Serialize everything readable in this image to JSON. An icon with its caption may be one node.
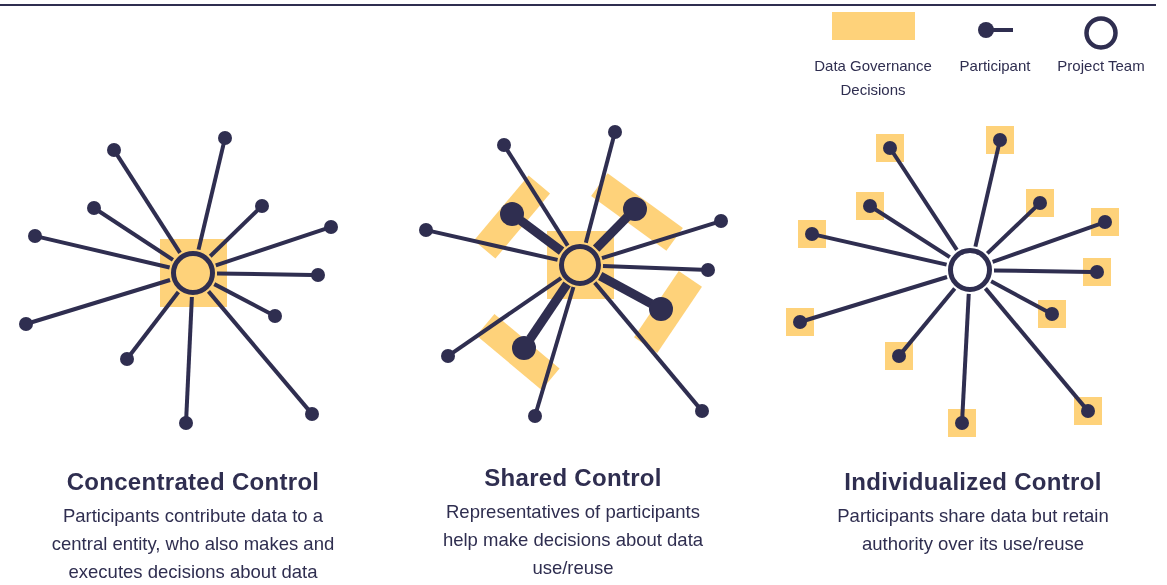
{
  "diagram": {
    "nodes": [
      {
        "text": [],
        "shape": "circle"
      },
      {
        "text": [],
        "shape": "circle"
      },
      {
        "text": [],
        "shape": "circle"
      },
      {
        "text": [],
        "shape": "circle"
      },
      {
        "text": [],
        "shape": "circle"
      },
      {
        "text": [],
        "shape": "circle"
      },
      {
        "text": [],
        "shape": "circle"
      },
      {
        "text": [],
        "shape": "circle"
      },
      {
        "text": [],
        "shape": "circle"
      },
      {
        "text": [],
        "shape": "circle"
      },
      {
        "text": [],
        "shape": "circle"
      },
      {
        "text": [],
        "shape": "circle"
      },
      {
        "text": [],
        "shape": "circle"
      },
      {
        "text": [],
        "shape": "circle"
      },
      {
        "text": [],
        "shape": "circle"
      },
      {
        "text": [],
        "shape": "circle"
      },
      {
        "text": [],
        "shape": "circle"
      },
      {
        "text": [],
        "shape": "circle"
      },
      {
        "text": [],
        "shape": "circle"
      },
      {
        "text": [],
        "shape": "circle"
      },
      {
        "text": [],
        "shape": "circle"
      },
      {
        "text": [],
        "shape": "circle"
      },
      {
        "text": [],
        "shape": "circle"
      },
      {
        "text": [],
        "shape": "circle"
      },
      {
        "text": [],
        "shape": "circle"
      },
      {
        "text": [],
        "shape": "circle"
      },
      {
        "text": [],
        "shape": "circle"
      },
      {
        "text": [],
        "shape": "circle"
      },
      {
        "text": [],
        "shape": "circle"
      },
      {
        "text": [],
        "shape": "circle"
      },
      {
        "text": [],
        "shape": "circle"
      },
      {
        "text": [],
        "shape": "circle"
      },
      {
        "text": [],
        "shape": "circle"
      },
      {
        "text": [],
        "shape": "circle"
      },
      {
        "text": [],
        "shape": "circle"
      },
      {
        "text": [],
        "shape": "circle"
      },
      {
        "text": [],
        "shape": "circle"
      },
      {
        "text": [],
        "shape": "circle"
      },
      {
        "text": [],
        "shape": "circle"
      }
    ],
    "edges": [
      {
        "from": 0,
        "to": 1,
        "arrow": "none"
      },
      {
        "from": 0,
        "to": 2,
        "arrow": "none"
      },
      {
        "from": 0,
        "to": 3,
        "arrow": "none"
      },
      {
        "from": 0,
        "to": 4,
        "arrow": "none"
      },
      {
        "from": 0,
        "to": 5,
        "arrow": "none"
      },
      {
        "from": 0,
        "to": 6,
        "arrow": "none"
      },
      {
        "from": 0,
        "to": 7,
        "arrow": "none"
      },
      {
        "from": 0,
        "to": 8,
        "arrow": "none"
      },
      {
        "from": 0,
        "to": 9,
        "arrow": "none"
      },
      {
        "from": 0,
        "to": 10,
        "arrow": "none"
      },
      {
        "from": 0,
        "to": 11,
        "arrow": "none"
      },
      {
        "from": 0,
        "to": 12,
        "arrow": "none"
      },
      {
        "from": 13,
        "to": 14,
        "arrow": "none"
      },
      {
        "from": 13,
        "to": 15,
        "arrow": "none"
      },
      {
        "from": 13,
        "to": 16,
        "arrow": "none",
        "style": "thick"
      },
      {
        "from": 13,
        "to": 17,
        "arrow": "none",
        "style": "thick"
      },
      {
        "from": 13,
        "to": 18,
        "arrow": "none"
      },
      {
        "from": 13,
        "to": 19,
        "arrow": "none"
      },
      {
        "from": 13,
        "to": 20,
        "arrow": "none"
      },
      {
        "from": 13,
        "to": 21,
        "arrow": "none",
        "style": "thick"
      },
      {
        "from": 13,
        "to": 22,
        "arrow": "none",
        "style": "thick"
      },
      {
        "from": 13,
        "to": 23,
        "arrow": "none"
      },
      {
        "from": 13,
        "to": 24,
        "arrow": "none"
      },
      {
        "from": 13,
        "to": 25,
        "arrow": "none"
      },
      {
        "from": 26,
        "to": 27,
        "arrow": "none"
      },
      {
        "from": 26,
        "to": 28,
        "arrow": "none"
      },
      {
        "from": 26,
        "to": 29,
        "arrow": "none"
      },
      {
        "from": 26,
        "to": 30,
        "arrow": "none"
      },
      {
        "from": 26,
        "to": 31,
        "arrow": "none"
      },
      {
        "from": 26,
        "to": 32,
        "arrow": "none"
      },
      {
        "from": 26,
        "to": 33,
        "arrow": "none"
      },
      {
        "from": 26,
        "to": 34,
        "arrow": "none"
      },
      {
        "from": 26,
        "to": 35,
        "arrow": "none"
      },
      {
        "from": 26,
        "to": 36,
        "arrow": "none"
      },
      {
        "from": 26,
        "to": 37,
        "arrow": "none"
      },
      {
        "from": 26,
        "to": 38,
        "arrow": "none"
      }
    ],
    "labels": [
      "Concentrated Control",
      "Participants contribute data to a central entity, who also makes and executes decisions about data",
      "Shared Control",
      "Representatives of participants help make decisions about data use/reuse",
      "Individualized Control",
      "Participants share data but retain authority over its use/reuse"
    ],
    "legend": [
      {
        "text": "Data Governance Decisions",
        "color": "#fed27a"
      },
      {
        "text": "Participant"
      },
      {
        "text": "Project Team"
      }
    ]
  }
}
